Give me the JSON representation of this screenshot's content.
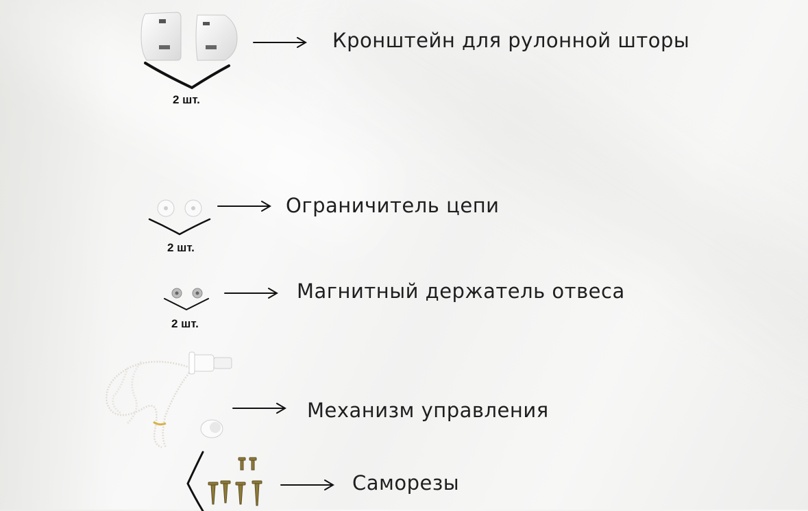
{
  "items": [
    {
      "label": "Кронштейн для рулонной шторы",
      "quantity": "2 шт.",
      "icon": "bracket-icon"
    },
    {
      "label": "Ограничитель цепи",
      "quantity": "2 шт.",
      "icon": "chain-stopper-icon"
    },
    {
      "label": "Магнитный держатель отвеса",
      "quantity": "2 шт.",
      "icon": "magnet-holder-icon"
    },
    {
      "label": "Механизм управления",
      "icon": "control-mechanism-icon"
    },
    {
      "label": "Саморезы",
      "icon": "screws-icon"
    }
  ]
}
